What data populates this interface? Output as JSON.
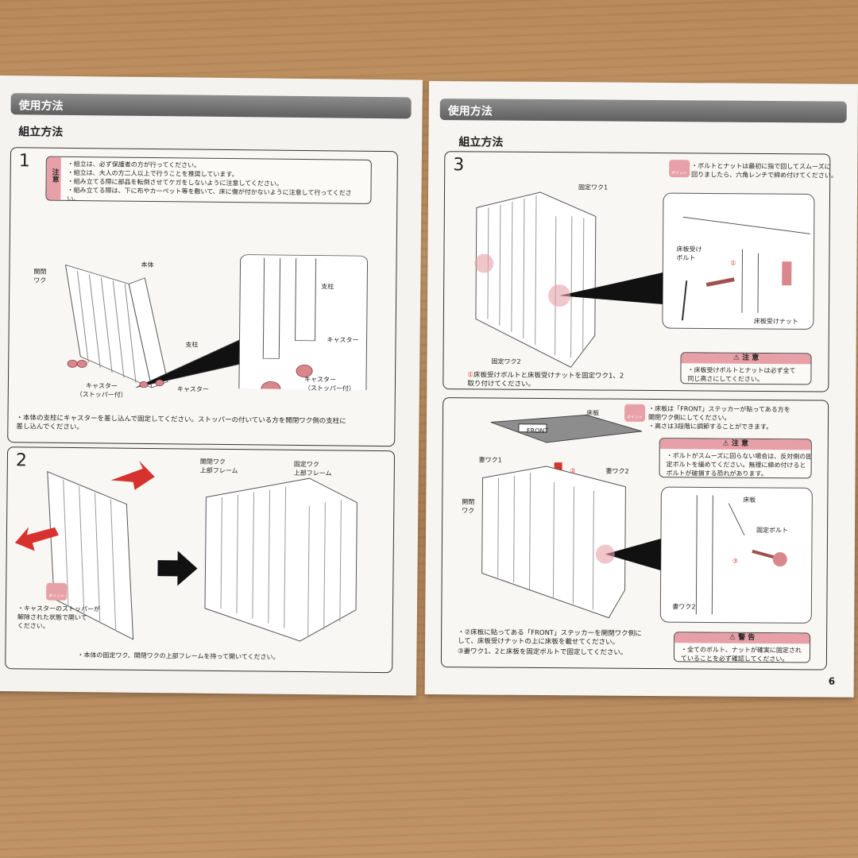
{
  "left_page": {
    "header": "使用方法",
    "subheader": "組立方法",
    "step1": {
      "number": "1",
      "caution_label": "注意",
      "cautions": [
        "・組立は、必ず保護者の方が行ってください。",
        "・組立は、大人の方二人以上で行うことを推奨しています。",
        "・組み立てる際に部品を転倒させてケガをしないように注意してください。",
        "・組み立てる際は、下に布やカーペット等を敷いて、床に傷が付かないように注意して行ってください。"
      ],
      "labels": {
        "open_frame": "開閉\nワク",
        "body": "本体",
        "post": "支柱",
        "post2": "支柱",
        "caster": "キャスター",
        "caster_stopper": "キャスター\n（ストッパー付）",
        "caster2": "キャスター",
        "caster_stopper2": "キャスター\n（ストッパー付）"
      },
      "instruction": "・本体の支柱にキャスターを差し込んで固定してください。ストッパーの付いている方を開閉ワク側の支柱に\n差し込んでください。"
    },
    "step2": {
      "number": "2",
      "labels": {
        "open_top": "開閉ワク\n上部フレーム",
        "fixed_top": "固定ワク\n上部フレーム"
      },
      "point_label": "ポイント",
      "point": "・キャスターのストッパーが\n解除された状態で開いて\nください。",
      "instruction": "・本体の固定ワク、開閉ワクの上部フレームを持って開いてください。"
    }
  },
  "right_page": {
    "header": "使用方法",
    "subheader": "組立方法",
    "page_number": "6",
    "step3": {
      "number": "3",
      "labels": {
        "fixed1": "固定ワク1",
        "fixed2": "固定ワク2",
        "bolt": "床板受け\nボルト",
        "nut": "床板受けナット",
        "circle1": "①"
      },
      "point_label": "ポイント",
      "point": "・ボルトとナットは最初に指で回してスムーズに\n回りましたら、六角レンチで締め付けてください。",
      "caution_title": "⚠ 注 意",
      "caution": "・床板受けボルトとナットは必ず全て\n同じ高さにしてください。",
      "instruction_num": "①",
      "instruction": "床板受けボルトと床板受けナットを固定ワク1、2\n取り付けてください。"
    },
    "step4": {
      "labels": {
        "floor": "床板",
        "front": "FRONT",
        "end1": "妻ワク1",
        "end2": "妻ワク2",
        "open": "開閉\nワク",
        "circle2": "②",
        "floor2": "床板",
        "fix_bolt": "固定ボルト",
        "circle3": "③",
        "end2b": "妻ワク2"
      },
      "point_label": "ポイント",
      "point": "・床板は「FRONT」ステッカーが貼ってある方を\n開閉ワク側にしてください。\n・高さは3段階に調節することができます。",
      "caution_title": "⚠ 注 意",
      "caution": "・ボルトがスムーズに回らない場合は、反対側の固\n定ボルトを緩めてください。無理に締め付けると\nボルトが破損する恐れがあります。",
      "instruction2": "・②床板に貼ってある「FRONT」ステッカーを開閉ワク側に\nして、床板受けナットの上に床板を載せてください。",
      "instruction3": "③妻ワク1、2と床板を固定ボルトで固定してください。",
      "warning_title": "⚠ 警 告",
      "warning": "・全てのボルト、ナットが確実に固定され\nていることを必ず確認してください。"
    }
  },
  "colors": {
    "accent_pink": "#e8a0a8",
    "header_gray": "#6f6f6f",
    "arrow_red": "#d8322e"
  }
}
